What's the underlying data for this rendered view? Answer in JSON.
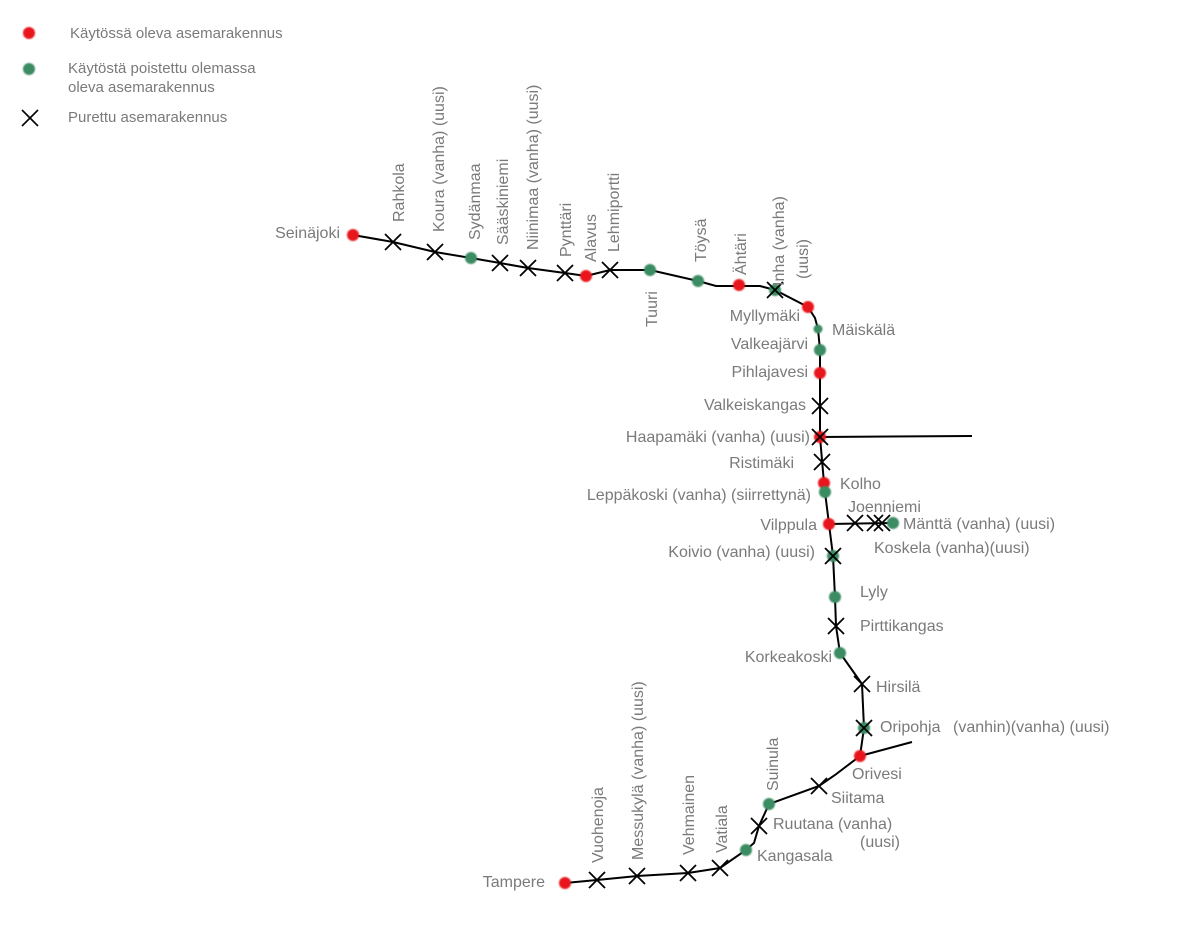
{
  "legend": {
    "in_use": "Käytössä oleva asemarakennus",
    "closed_line1": "Käytöstä poistettu olemassa",
    "closed_line2": "oleva asemarakennus",
    "demolished": "Purettu asemarakennus"
  },
  "colors": {
    "in_use": "#e8151b",
    "closed": "#3a8c62",
    "demolished": "#000000",
    "line": "#000000",
    "text": "#7a7a7a"
  },
  "stations": [
    {
      "labels": [
        "Seinäjoki"
      ],
      "markers": [
        "in_use"
      ]
    },
    {
      "labels": [
        "Rahkola"
      ],
      "markers": [
        "demolished"
      ]
    },
    {
      "labels": [
        "Koura (vanha) (uusi)"
      ],
      "markers": [
        "demolished"
      ]
    },
    {
      "labels": [
        "Sydänmaa"
      ],
      "markers": [
        "closed"
      ]
    },
    {
      "labels": [
        "Sääskiniemi"
      ],
      "markers": [
        "demolished"
      ]
    },
    {
      "labels": [
        "Niinimaa (vanha) (uusi)"
      ],
      "markers": [
        "demolished"
      ]
    },
    {
      "labels": [
        "Pynttäri"
      ],
      "markers": [
        "demolished"
      ]
    },
    {
      "labels": [
        "Alavus"
      ],
      "markers": [
        "in_use"
      ]
    },
    {
      "labels": [
        "Lehmiportti"
      ],
      "markers": [
        "demolished"
      ]
    },
    {
      "labels": [
        "Tuuri"
      ],
      "markers": [
        "closed"
      ]
    },
    {
      "labels": [
        "Töysä"
      ],
      "markers": [
        "closed"
      ]
    },
    {
      "labels": [
        "Ähtäri"
      ],
      "markers": [
        "in_use"
      ]
    },
    {
      "labels": [
        "Inha (vanha)",
        "(uusi)"
      ],
      "markers": [
        "closed",
        "demolished"
      ]
    },
    {
      "labels": [
        "Myllymäki"
      ],
      "markers": [
        "in_use"
      ]
    },
    {
      "labels": [
        "Mäiskälä"
      ],
      "markers": [
        "closed"
      ]
    },
    {
      "labels": [
        "Valkeajärvi"
      ],
      "markers": [
        "closed"
      ]
    },
    {
      "labels": [
        "Pihlajavesi"
      ],
      "markers": [
        "in_use"
      ]
    },
    {
      "labels": [
        "Valkeiskangas"
      ],
      "markers": [
        "demolished"
      ]
    },
    {
      "labels": [
        "Haapamäki (vanha) (uusi)"
      ],
      "markers": [
        "in_use",
        "demolished"
      ]
    },
    {
      "labels": [
        "Ristimäki"
      ],
      "markers": [
        "demolished"
      ]
    },
    {
      "labels": [
        "Kolho"
      ],
      "markers": [
        "in_use"
      ]
    },
    {
      "labels": [
        "Leppäkoski (vanha) (siirrettynä)"
      ],
      "markers": [
        "closed"
      ]
    },
    {
      "labels": [
        "Vilppula"
      ],
      "markers": [
        "in_use"
      ]
    },
    {
      "labels": [
        "Joenniemi"
      ],
      "markers": [
        "demolished"
      ]
    },
    {
      "labels": [
        "Koskela (vanha)(uusi)"
      ],
      "markers": [
        "demolished",
        "demolished"
      ]
    },
    {
      "labels": [
        "Mänttä (vanha) (uusi)"
      ],
      "markers": [
        "closed"
      ]
    },
    {
      "labels": [
        "Koivio (vanha) (uusi)"
      ],
      "markers": [
        "closed",
        "demolished"
      ]
    },
    {
      "labels": [
        "Lyly"
      ],
      "markers": [
        "closed"
      ]
    },
    {
      "labels": [
        "Pirttikangas"
      ],
      "markers": [
        "demolished"
      ]
    },
    {
      "labels": [
        "Korkeakoski"
      ],
      "markers": [
        "closed"
      ]
    },
    {
      "labels": [
        "Hirsilä"
      ],
      "markers": [
        "demolished"
      ]
    },
    {
      "labels": [
        "Oripohja",
        "(vanhin)(vanha) (uusi)"
      ],
      "markers": [
        "closed",
        "demolished"
      ]
    },
    {
      "labels": [
        "Orivesi"
      ],
      "markers": [
        "in_use"
      ]
    },
    {
      "labels": [
        "Siitama"
      ],
      "markers": [
        "demolished"
      ]
    },
    {
      "labels": [
        "Suinula"
      ],
      "markers": [
        "closed"
      ]
    },
    {
      "labels": [
        "Ruutana (vanha)",
        "(uusi)"
      ],
      "markers": [
        "demolished"
      ]
    },
    {
      "labels": [
        "Kangasala"
      ],
      "markers": [
        "closed"
      ]
    },
    {
      "labels": [
        "Vatiala"
      ],
      "markers": [
        "demolished"
      ]
    },
    {
      "labels": [
        "Vehmainen"
      ],
      "markers": [
        "demolished"
      ]
    },
    {
      "labels": [
        "Messukylä (vanha) (uusi)"
      ],
      "markers": [
        "demolished"
      ]
    },
    {
      "labels": [
        "Vuohenoja"
      ],
      "markers": [
        "demolished"
      ]
    },
    {
      "labels": [
        "Tampere"
      ],
      "markers": [
        "in_use"
      ]
    }
  ]
}
